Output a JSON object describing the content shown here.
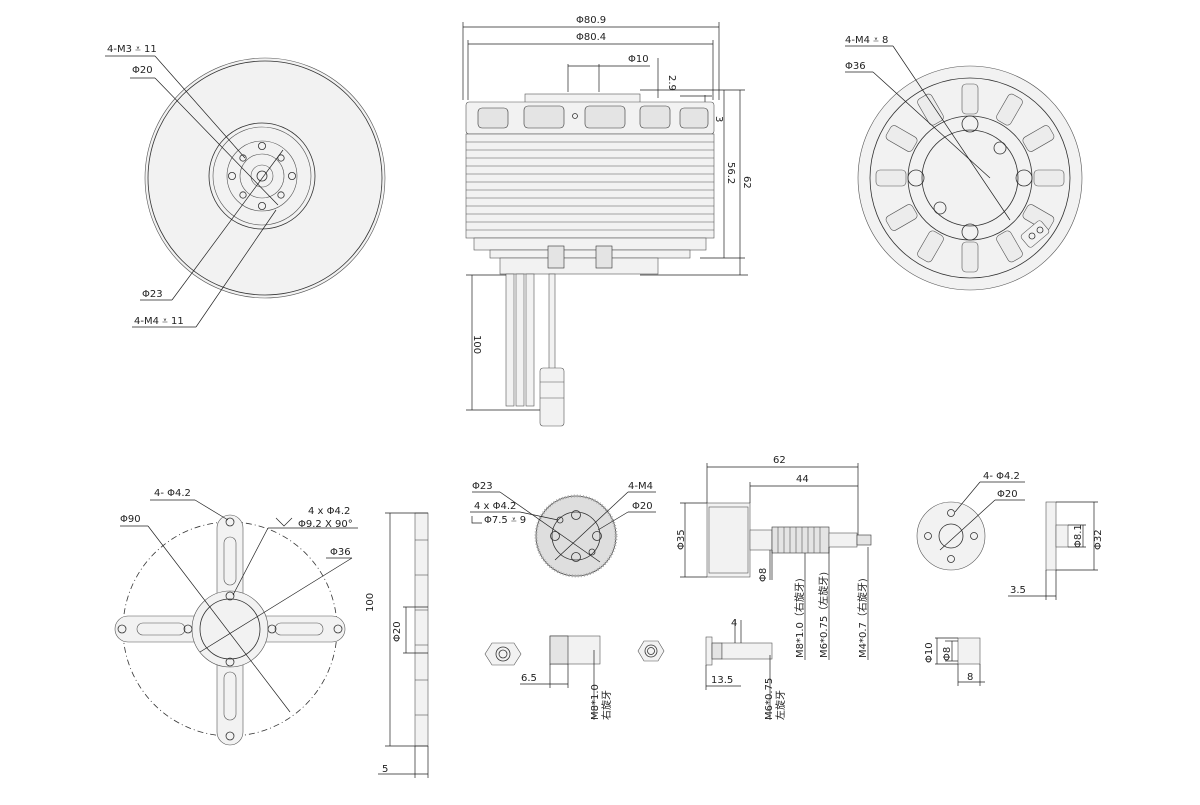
{
  "drawing": {
    "views": {
      "motor_front": {
        "labels": {
          "m3": "4-M3 ⩡ 11",
          "d20": "Φ20",
          "d23": "Φ23",
          "m4": "4-M4 ⩡ 11"
        }
      },
      "motor_side": {
        "labels": {
          "d80_9": "Φ80.9",
          "d80_4": "Φ80.4",
          "d10": "Φ10",
          "h2_9": "2.9",
          "h3": "3",
          "h56_2": "56.2",
          "h62": "62",
          "l100": "100"
        }
      },
      "motor_back": {
        "labels": {
          "m4": "4-M4 ⩡ 8",
          "d36": "Φ36"
        }
      },
      "mount_front": {
        "labels": {
          "holes": "4- Φ4.2",
          "d90": "Φ90",
          "cs1": "4 x  Φ4.2",
          "cs2": "Φ9.2 X 90°",
          "d36": "Φ36"
        }
      },
      "mount_side": {
        "labels": {
          "h100": "100",
          "d20": "Φ20",
          "t5": "5"
        }
      },
      "adapter_front": {
        "labels": {
          "d23": "Φ23",
          "cb1": "4 x Φ4.2",
          "cb2": "Φ7.5 ⩡ 9",
          "m4": "4-M4",
          "d20": "Φ20"
        }
      },
      "prop_adapter": {
        "labels": {
          "l62": "62",
          "l44": "44",
          "d35": "Φ35",
          "d8": "Φ8",
          "t1": "M8*1.0（右旋牙)",
          "t2": "M6*0.75（左旋牙)",
          "t3": "M4*0.7（右旋牙)"
        }
      },
      "hub_front": {
        "labels": {
          "holes": "4-  Φ4.2",
          "d20": "Φ20"
        }
      },
      "hub_side": {
        "labels": {
          "d8_1": "Φ8.1",
          "d32": "Φ32",
          "t3_5": "3.5"
        }
      },
      "nut_m8": {
        "labels": {
          "h6_5": "6.5",
          "thread": "M8*1.0",
          "dir": "右旋牙"
        }
      },
      "nut_m6": {
        "labels": {
          "w4": "4",
          "h13_5": "13.5",
          "thread": "M6*0.75",
          "dir": "左旋牙"
        }
      },
      "spacer": {
        "labels": {
          "d10": "Φ10",
          "d8": "Φ8",
          "w8": "8"
        }
      }
    }
  }
}
